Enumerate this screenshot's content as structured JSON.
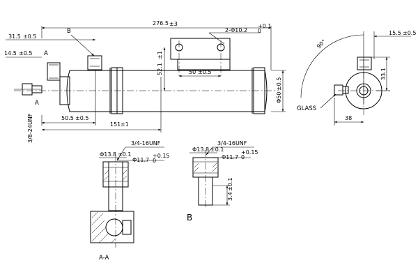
{
  "dimensions": {
    "overall_length": "276.5",
    "overall_length_tol": "±3",
    "port_offset": "31.5",
    "port_offset_tol": "±0.5",
    "left_offset": "14.5",
    "left_offset_tol": "±0.5",
    "bracket_holes": "2-Φ10.2",
    "bracket_holes_tol_up": "+0.1",
    "bracket_holes_tol_dn": "0",
    "bracket_height": "52.1",
    "bracket_height_tol": "±1",
    "hole_spacing": "50",
    "hole_spacing_tol": "±0.5",
    "body_diameter": "Φ50",
    "body_diameter_tol": "±0.5",
    "inlet_offset": "50.5",
    "inlet_offset_tol": "±0.5",
    "bracket_position": "151",
    "bracket_position_tol": "±1",
    "thread_side": "3/8-24UNF",
    "angle": "90°",
    "side_width": "15.5",
    "side_width_tol": "±0.5",
    "side_height": "33.1",
    "side_base": "38"
  },
  "labels": {
    "section_A": "A",
    "view_B_marker": "B",
    "glass": "GLASS",
    "section_title": "A-A",
    "view_B_title": "B"
  },
  "detail_A": {
    "thread": "3/4-16UNF",
    "outer_dia": "Φ13.8",
    "outer_dia_tol": "±0.1",
    "inner_dia": "Φ11.7",
    "inner_dia_tol_up": "+0.15",
    "inner_dia_tol_dn": "0"
  },
  "detail_B": {
    "thread": "3/4-16UNF",
    "outer_dia": "Φ13.8",
    "outer_dia_tol": "±0.1",
    "inner_dia": "Φ11.7",
    "inner_dia_tol_up": "+0.15",
    "inner_dia_tol_dn": "0",
    "depth": "3.4",
    "depth_tol": "±0.1"
  }
}
